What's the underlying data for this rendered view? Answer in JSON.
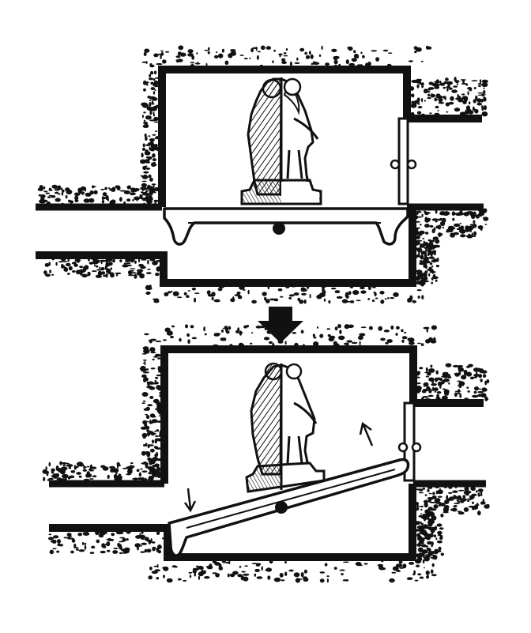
{
  "colors": {
    "ink": "#111111",
    "paper": "#ffffff",
    "shade": "#444444"
  },
  "panels": [
    {
      "state": "level",
      "arrows": []
    },
    {
      "state": "tilted",
      "arrows": [
        "down-arrow",
        "up-arrow"
      ]
    }
  ],
  "transition_icon": "down-arrow-icon"
}
